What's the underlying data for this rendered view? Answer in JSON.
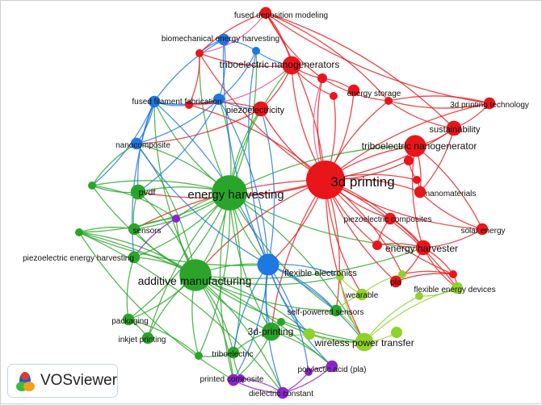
{
  "app": {
    "name": "VOSviewer",
    "logo_icon": "vosviewer-logo-icon"
  },
  "clusters": {
    "red": "#e8161b",
    "orange": "#f0791e",
    "blue": "#1f77e0",
    "green": "#2aa52a",
    "lime": "#8fd22b",
    "purple": "#8a25c9",
    "pink": "#ee6fa0"
  },
  "keywords": [
    {
      "id": "3dp",
      "label": "3d printing",
      "cluster": "red",
      "weight": 10
    },
    {
      "id": "eh",
      "label": "energy harvesting",
      "cluster": "green",
      "weight": 9
    },
    {
      "id": "am",
      "label": "additive manufacturing",
      "cluster": "green",
      "weight": 8
    },
    {
      "id": "fdm",
      "label": "fused deposition modeling",
      "cluster": "red",
      "weight": 2
    },
    {
      "id": "beh",
      "label": "biomechanical energy harvesting",
      "cluster": "blue",
      "weight": 2
    },
    {
      "id": "tengs",
      "label": "triboelectric nanogenerators",
      "cluster": "red",
      "weight": 4
    },
    {
      "id": "es",
      "label": "energy storage",
      "cluster": "red",
      "weight": 2
    },
    {
      "id": "fff",
      "label": "fused filament fabrication",
      "cluster": "blue",
      "weight": 2
    },
    {
      "id": "pe",
      "label": "piezoelectricity",
      "cluster": "red",
      "weight": 3
    },
    {
      "id": "3dpt",
      "label": "3d printing technology",
      "cluster": "red",
      "weight": 2
    },
    {
      "id": "sus",
      "label": "sustainability",
      "cluster": "red",
      "weight": 3
    },
    {
      "id": "teng",
      "label": "triboelectric nanogenerator",
      "cluster": "red",
      "weight": 5
    },
    {
      "id": "nc",
      "label": "nanocomposite",
      "cluster": "blue",
      "weight": 2
    },
    {
      "id": "nm",
      "label": "nanomaterials",
      "cluster": "red",
      "weight": 2
    },
    {
      "id": "pvdf",
      "label": "pvdf",
      "cluster": "green",
      "weight": 3
    },
    {
      "id": "pc",
      "label": "piezoelectric composites",
      "cluster": "red",
      "weight": 2
    },
    {
      "id": "sen",
      "label": "sensors",
      "cluster": "green",
      "weight": 2
    },
    {
      "id": "se",
      "label": "solar energy",
      "cluster": "red",
      "weight": 2
    },
    {
      "id": "ehr",
      "label": "energy harvester",
      "cluster": "red",
      "weight": 3
    },
    {
      "id": "peh",
      "label": "piezoelectric energy harvesting",
      "cluster": "green",
      "weight": 2
    },
    {
      "id": "fe",
      "label": "flexible electronics",
      "cluster": "blue",
      "weight": 5
    },
    {
      "id": "pla",
      "label": "pla",
      "cluster": "red",
      "weight": 2
    },
    {
      "id": "wear",
      "label": "wearable",
      "cluster": "lime",
      "weight": 2
    },
    {
      "id": "fed",
      "label": "flexible energy devices",
      "cluster": "lime",
      "weight": 2
    },
    {
      "id": "sps",
      "label": "self-powered sensors",
      "cluster": "green",
      "weight": 2
    },
    {
      "id": "pack",
      "label": "packaging",
      "cluster": "green",
      "weight": 2
    },
    {
      "id": "3dpr",
      "label": "3d-printing",
      "cluster": "green",
      "weight": 4
    },
    {
      "id": "wpt",
      "label": "wireless power transfer",
      "cluster": "lime",
      "weight": 4
    },
    {
      "id": "ink",
      "label": "inkjet printing",
      "cluster": "green",
      "weight": 2
    },
    {
      "id": "tribo",
      "label": "triboelectric",
      "cluster": "green",
      "weight": 2
    },
    {
      "id": "ppla",
      "label": "polylactic acid (pla)",
      "cluster": "purple",
      "weight": 2
    },
    {
      "id": "pcomp",
      "label": "printed composite",
      "cluster": "purple",
      "weight": 2
    },
    {
      "id": "dc",
      "label": "dielectric constant",
      "cluster": "purple",
      "weight": 2
    }
  ]
}
